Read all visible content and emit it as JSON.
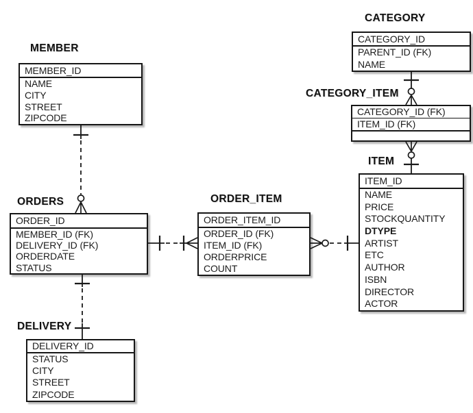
{
  "colors": {
    "line": "#1a1a1a",
    "text": "#1b1b1b",
    "background": "#ffffff"
  },
  "entities": [
    {
      "name": "MEMBER",
      "primary_keys": [
        "MEMBER_ID"
      ],
      "attributes": [
        "NAME",
        "CITY",
        "STREET",
        "ZIPCODE"
      ]
    },
    {
      "name": "ORDERS",
      "primary_keys": [
        "ORDER_ID"
      ],
      "attributes": [
        "MEMBER_ID (FK)",
        "DELIVERY_ID (FK)",
        "ORDERDATE",
        "STATUS"
      ]
    },
    {
      "name": "DELIVERY",
      "primary_keys": [
        "DELIVERY_ID"
      ],
      "attributes": [
        "STATUS",
        "CITY",
        "STREET",
        "ZIPCODE"
      ]
    },
    {
      "name": "ORDER_ITEM",
      "primary_keys": [
        "ORDER_ITEM_ID"
      ],
      "attributes": [
        "ORDER_ID (FK)",
        "ITEM_ID (FK)",
        "ORDERPRICE",
        "COUNT"
      ]
    },
    {
      "name": "ITEM",
      "primary_keys": [
        "ITEM_ID"
      ],
      "attributes": [
        "NAME",
        "PRICE",
        "STOCKQUANTITY",
        "DTYPE",
        "ARTIST",
        "ETC",
        "AUTHOR",
        "ISBN",
        "DIRECTOR",
        "ACTOR"
      ],
      "bold_attributes": [
        "DTYPE"
      ]
    },
    {
      "name": "CATEGORY",
      "primary_keys": [
        "CATEGORY_ID"
      ],
      "attributes": [
        "PARENT_ID (FK)",
        "NAME"
      ]
    },
    {
      "name": "CATEGORY_ITEM",
      "primary_keys": [
        "CATEGORY_ID (FK)"
      ],
      "attributes": [
        "ITEM_ID (FK)"
      ],
      "has_empty_section": true
    }
  ],
  "relationships": [
    {
      "from": "MEMBER",
      "to": "ORDERS",
      "from_cardinality": "one",
      "to_cardinality": "zero-or-many",
      "line_style": "dashed"
    },
    {
      "from": "ORDERS",
      "to": "DELIVERY",
      "from_cardinality": "one",
      "to_cardinality": "one",
      "line_style": "dashed"
    },
    {
      "from": "ORDERS",
      "to": "ORDER_ITEM",
      "from_cardinality": "one",
      "to_cardinality": "one-or-many",
      "line_style": "dashed"
    },
    {
      "from": "ORDER_ITEM",
      "to": "ITEM",
      "from_cardinality": "zero-or-many",
      "to_cardinality": "one",
      "line_style": "dashed"
    },
    {
      "from": "CATEGORY",
      "to": "CATEGORY_ITEM",
      "from_cardinality": "one",
      "to_cardinality": "zero-or-many",
      "line_style": "solid"
    },
    {
      "from": "CATEGORY_ITEM",
      "to": "ITEM",
      "from_cardinality": "zero-or-many",
      "to_cardinality": "one",
      "line_style": "solid"
    }
  ]
}
